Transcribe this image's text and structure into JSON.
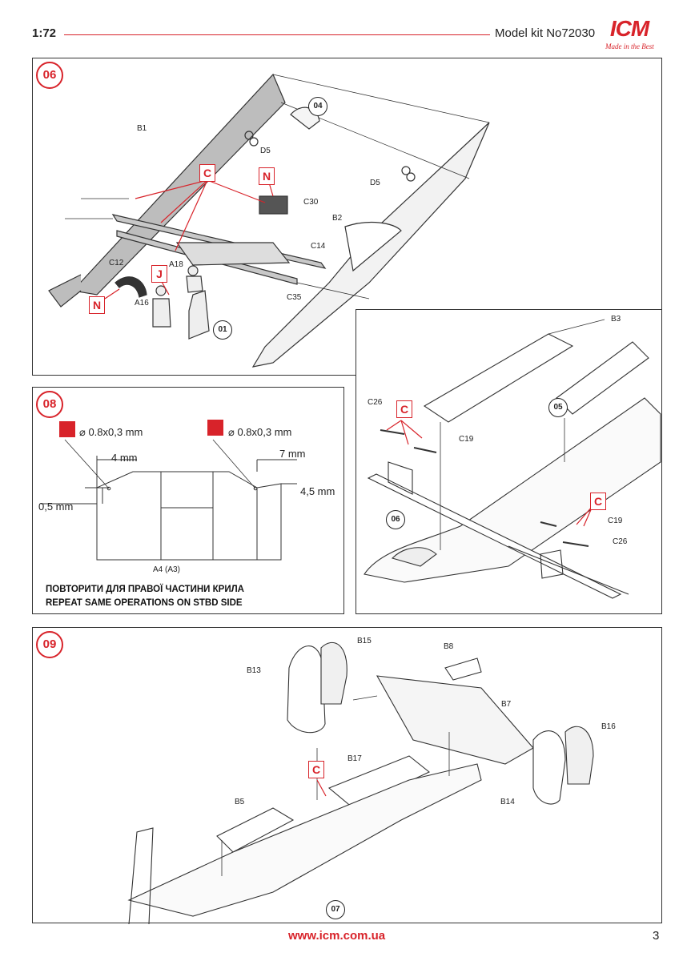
{
  "header": {
    "scale": "1:72",
    "kit": "Model kit No72030",
    "logo": "ICM",
    "logo_tagline": "Made in the Best"
  },
  "step06": {
    "number": "06",
    "parts": [
      "B1",
      "D5",
      "C30",
      "D5",
      "B2",
      "C14",
      "C12",
      "A18",
      "A16",
      "C35"
    ],
    "refs": [
      "04",
      "01"
    ],
    "colors": [
      "C",
      "N",
      "J",
      "N"
    ]
  },
  "step08": {
    "number": "08",
    "drill1": "⌀ 0.8x0,3 mm",
    "drill2": "⌀ 0.8x0,3 mm",
    "dim_4mm": "4 mm",
    "dim_7mm": "7 mm",
    "dim_05mm": "0,5 mm",
    "dim_45mm": "4,5 mm",
    "part": "A4 (A3)",
    "note_ua": "ПОВТОРИТИ ДЛЯ ПРАВОЇ ЧАСТИНИ КРИЛА",
    "note_en": "REPEAT SAME OPERATIONS ON STBD SIDE"
  },
  "step07": {
    "parts": [
      "B3",
      "C26",
      "C19",
      "C19",
      "C26"
    ],
    "refs": [
      "05",
      "06"
    ],
    "colors": [
      "C",
      "C"
    ]
  },
  "step09": {
    "number": "09",
    "parts": [
      "B15",
      "B8",
      "B13",
      "B7",
      "B16",
      "B17",
      "B14",
      "B5"
    ],
    "refs": [
      "07"
    ],
    "colors": [
      "C"
    ]
  },
  "footer": {
    "url": "www.icm.com.ua",
    "page": "3"
  },
  "colors": {
    "accent": "#d8232a",
    "line": "#333333"
  }
}
